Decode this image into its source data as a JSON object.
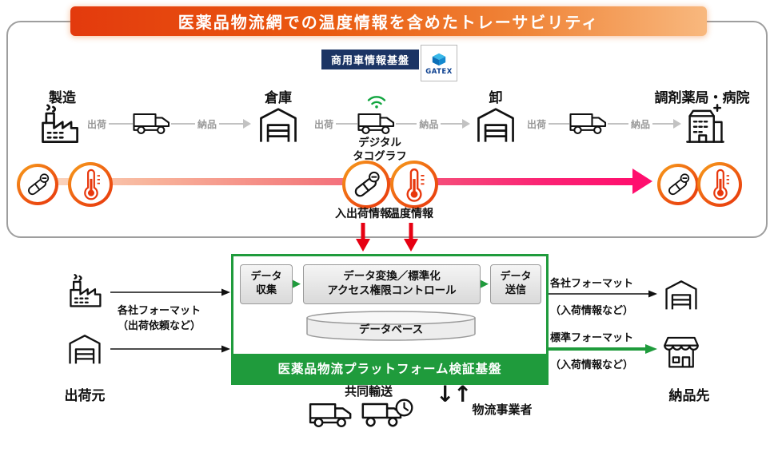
{
  "title": "医薬品物流網での温度情報を含めたトレーサビリティ",
  "colors": {
    "banner_red": "#e33a0d",
    "trace_pink": "#ff0f6e",
    "green": "#1f9b3c",
    "navy": "#1b3464",
    "red": "#e60012"
  },
  "top_flow": {
    "vehicle_platform_label": "商用車情報基盤",
    "gatex_label": "GATEX",
    "tachograph_label": "デジタル\nタコグラフ",
    "ship_label": "出荷",
    "deliver_label": "納品",
    "nodes": [
      {
        "label": "製造"
      },
      {
        "label": "倉庫"
      },
      {
        "label": "卸"
      },
      {
        "label": "調剤薬局・病院"
      }
    ]
  },
  "trace": {
    "shipping_info_label": "入出荷情報",
    "temperature_info_label": "温度情報"
  },
  "platform_box": {
    "collect": "データ\n収集",
    "convert": "データ変換／標準化\nアクセス権限コントロール",
    "send": "データ\n送信",
    "database": "データベース",
    "title": "医薬品物流プラットフォーム検証基盤"
  },
  "left_section": {
    "source_label": "出荷元",
    "format_label": "各社フォーマット",
    "format_note": "（出荷依頼など）"
  },
  "right_section": {
    "destination_label": "納品先",
    "company_format_label": "各社フォーマット",
    "company_format_note": "（入荷情報など）",
    "standard_format_label": "標準フォーマット",
    "standard_format_note": "（入荷情報など）"
  },
  "bottom_section": {
    "joint_transport_label": "共同輸送",
    "logistics_label": "物流事業者",
    "down_arrow": "↓",
    "up_arrow": "↑"
  }
}
